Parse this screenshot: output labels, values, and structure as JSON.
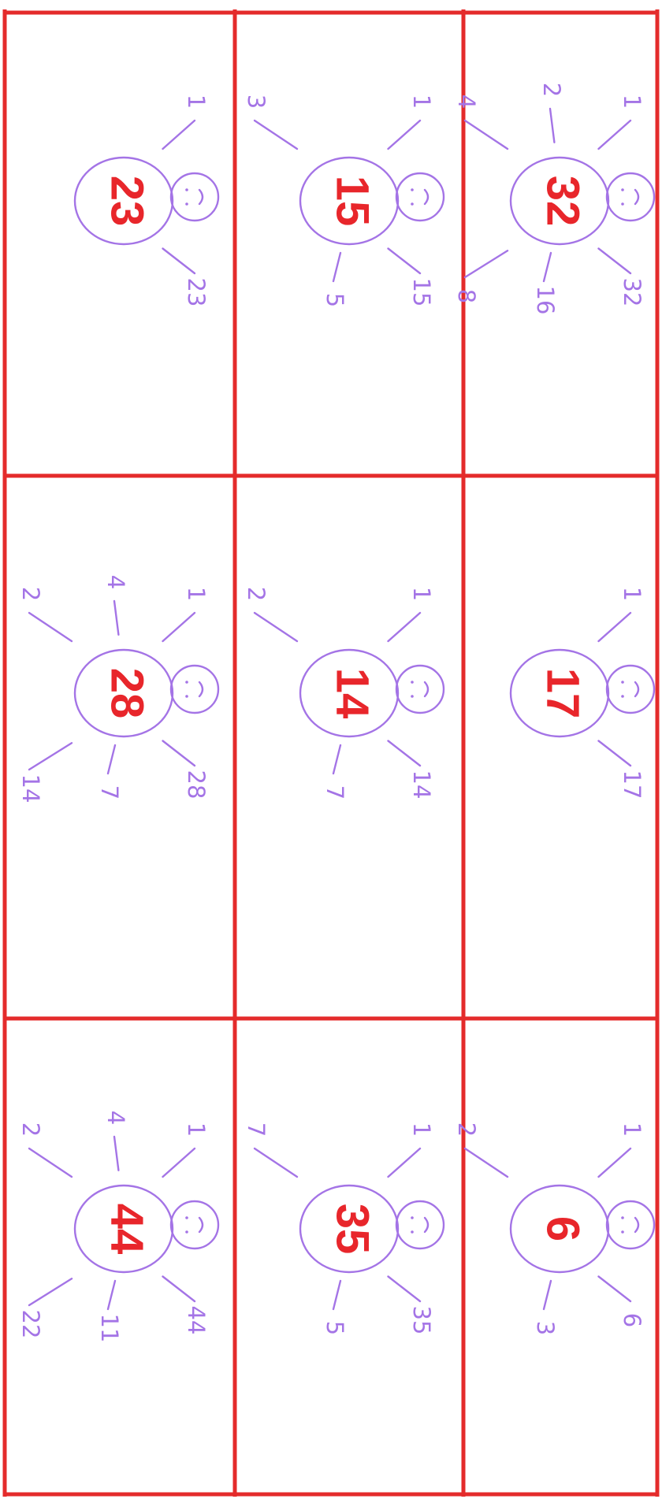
{
  "colors": {
    "grid": "#e42b2b",
    "number": "#e8262b",
    "ink": "#a474e6"
  },
  "worksheet": {
    "cells": [
      {
        "number": "32",
        "factors": [
          "1",
          "2",
          "4",
          "8",
          "16",
          "32"
        ]
      },
      {
        "number": "17",
        "factors": [
          "1",
          "17"
        ]
      },
      {
        "number": "6",
        "factors": [
          "1",
          "2",
          "3",
          "6"
        ]
      },
      {
        "number": "15",
        "factors": [
          "1",
          "3",
          "5",
          "15"
        ]
      },
      {
        "number": "14",
        "factors": [
          "1",
          "2",
          "7",
          "14"
        ]
      },
      {
        "number": "35",
        "factors": [
          "1",
          "7",
          "5",
          "35"
        ]
      },
      {
        "number": "23",
        "factors": [
          "1",
          "23"
        ]
      },
      {
        "number": "28",
        "factors": [
          "1",
          "4",
          "2",
          "14",
          "7",
          "28"
        ]
      },
      {
        "number": "44",
        "factors": [
          "1",
          "4",
          "2",
          "22",
          "11",
          "44"
        ]
      }
    ]
  }
}
